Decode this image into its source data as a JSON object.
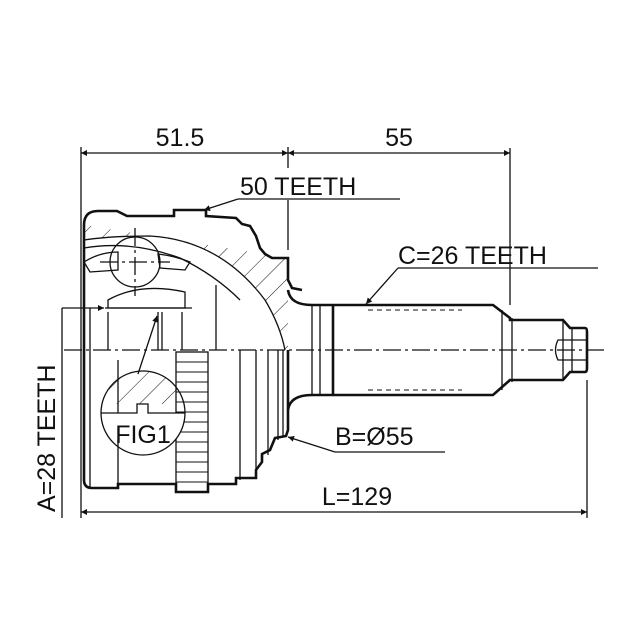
{
  "drawing": {
    "title": "CV joint outer assembly dimension drawing",
    "dimensions": {
      "outer_length_left": "51.5",
      "outer_length_right": "55",
      "total_length": "L=129"
    },
    "callouts": {
      "abs_ring": "50 TEETH",
      "outer_spline": "C=26 TEETH",
      "seal_diameter": "B=Ø55",
      "inner_spline": "A=28 TEETH",
      "detail": "FIG1"
    },
    "colors": {
      "line": "#111111",
      "background": "#ffffff"
    }
  }
}
